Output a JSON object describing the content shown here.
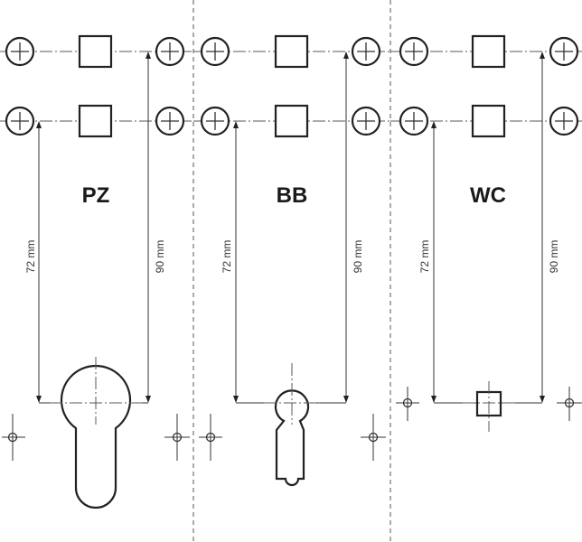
{
  "panels": [
    {
      "title": "PZ",
      "dim_left": "72 mm",
      "dim_right": "90 mm"
    },
    {
      "title": "BB",
      "dim_left": "72 mm",
      "dim_right": "90 mm"
    },
    {
      "title": "WC",
      "dim_left": "72 mm",
      "dim_right": "90 mm"
    }
  ]
}
